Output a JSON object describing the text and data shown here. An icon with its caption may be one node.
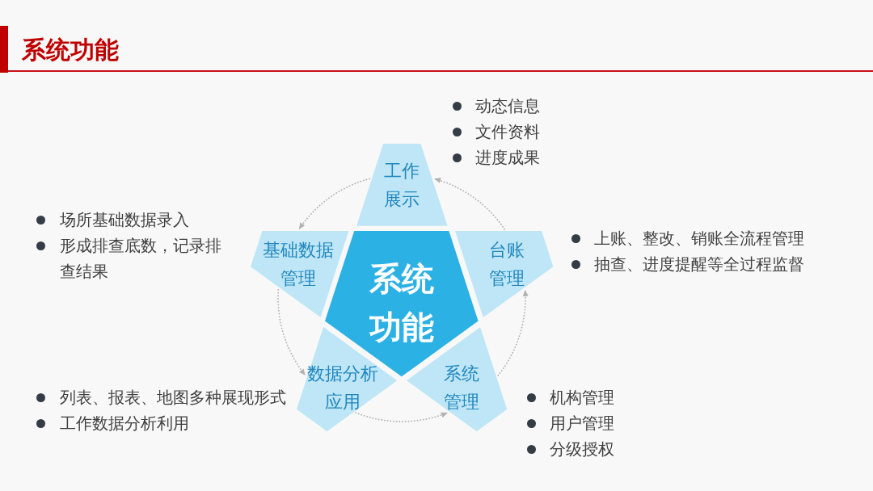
{
  "diagram": {
    "title": "系统功能",
    "nodes": [
      {
        "text": [
          "工作展示"
        ],
        "beside": [
          "动态信息",
          "文件资料",
          "进度成果"
        ]
      },
      {
        "text": [
          "基础数据管理"
        ],
        "beside": [
          "场所基础数据录入",
          "形成排查底数，记录排查结果"
        ]
      },
      {
        "text": [
          "系统功能"
        ]
      },
      {
        "text": [
          "台账管理"
        ],
        "beside": [
          "上账、整改、销账全流程管理",
          "抽查、进度提醒等全过程监督"
        ]
      },
      {
        "text": [
          "数据分析应用"
        ],
        "beside": [
          "列表、报表、地图多种展现形式",
          "工作数据分析利用"
        ]
      },
      {
        "text": [
          "系统管理"
        ],
        "beside": [
          "机构管理",
          "用户管理",
          "分级授权"
        ]
      }
    ],
    "edges": [
      {
        "from": 0,
        "to": 1,
        "arrow": "to"
      },
      {
        "from": 1,
        "to": 4,
        "arrow": "to"
      },
      {
        "from": 4,
        "to": 5,
        "arrow": "to"
      },
      {
        "from": 5,
        "to": 3,
        "arrow": "to"
      },
      {
        "from": 3,
        "to": 0,
        "arrow": "to"
      }
    ]
  }
}
